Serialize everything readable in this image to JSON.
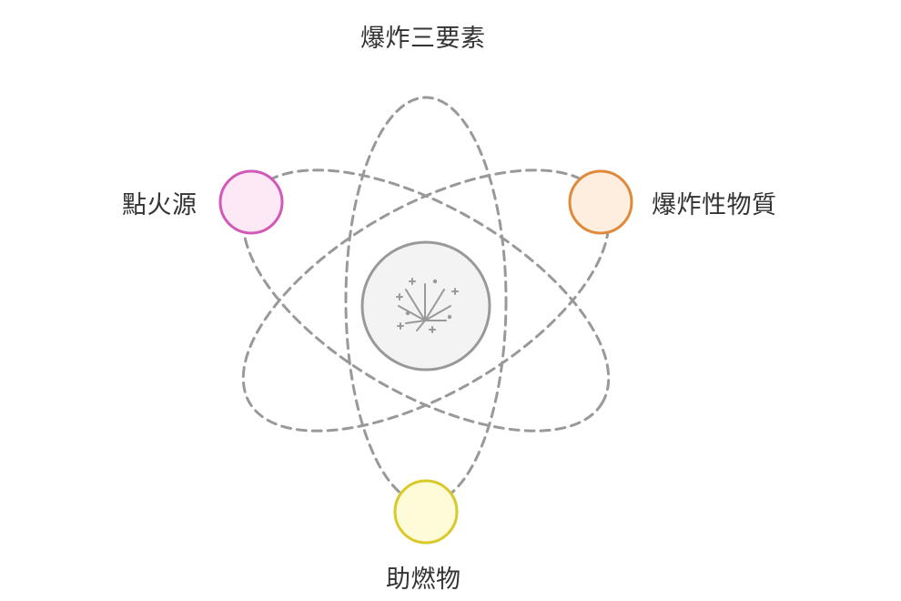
{
  "title": "爆炸三要素",
  "nodes": {
    "ignition_source": {
      "label": "點火源",
      "fill": "#fde8f5",
      "stroke": "#d15ab8"
    },
    "explosive_material": {
      "label": "爆炸性物質",
      "fill": "#fdeee0",
      "stroke": "#de8a3a"
    },
    "oxidizer": {
      "label": "助燃物",
      "fill": "#fdfbd8",
      "stroke": "#d9c92a"
    }
  },
  "center": {
    "icon": "firework-icon",
    "fill": "#f3f3f3",
    "stroke": "#999999"
  },
  "orbit_color": "#999999"
}
